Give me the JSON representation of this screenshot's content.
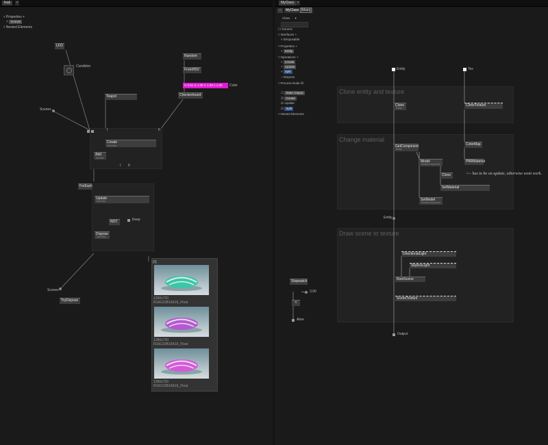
{
  "tabs": {
    "left": {
      "title": "leak",
      "close": "×"
    },
    "right": {
      "title": "MyClass",
      "close": "×"
    }
  },
  "left_sidebar": {
    "properties": "Properties",
    "scenes": "Scenes",
    "nested": "Nested Elements"
  },
  "left_graph": {
    "lfo": "LFO",
    "condition": "Condition",
    "random": "Random",
    "fromhsv": "FromHSV",
    "color_value": "H 0.81 S 1.00 V 1.00 A 1.00",
    "color_label": "Color",
    "checkerboard": "Checkerboard",
    "teapot": "Teapot",
    "scenes_pad": "Scenes",
    "create": "Create",
    "create_sub": "MyClass",
    "add": "Add",
    "add_sub": "Spread",
    "pin_labels": {
      "create_a": "I",
      "create_b": "II",
      "add_a": "I",
      "add_b": "II"
    },
    "foreach": "ForEach",
    "update": "Update",
    "update_sub": "MyClass",
    "not": "NOT",
    "keep": "Keep",
    "dispose": "Dispose",
    "dispose_sub": "MyClass",
    "scenes_out": "Scenes",
    "trydispose": "TryDispose",
    "preview_header": "[3]",
    "previews": [
      {
        "res": "1280x720",
        "fmt": "R16G16B16A16_Float"
      },
      {
        "res": "1280x720",
        "fmt": "R16G16B16A16_Float"
      },
      {
        "res": "1280x720",
        "fmt": "R16G16B16A16_Float"
      }
    ]
  },
  "right_sidebar": {
    "back": "‹",
    "class_name": "MyClass",
    "class_tag": "[Main]",
    "kind": "Class",
    "kind_arrow": "▾",
    "generic": "Generic",
    "interfaces": "Interfaces",
    "idisposable": "IDisposable",
    "properties": "Properties",
    "entity": "Entity",
    "operations": "Operations",
    "op_create": "Create",
    "op_update": "Update",
    "op_split": "Split",
    "op_dispose": "Dispose",
    "process_node": "Process Node",
    "state_output": "State Output",
    "pn_create": "Create",
    "pn_update": "Update",
    "pn_split": "Split",
    "nested": "Nested Elements"
  },
  "right_graph": {
    "entity_in": "Entity",
    "tex_in": "Tex",
    "region1_title": "Clone entity and texture",
    "clone": "Clone",
    "clone_sub": "Entity",
    "clonetexture": "CloneTexture",
    "region2_title": "Change material",
    "getcomponent": "GetComponent",
    "getcomponent_sub": "Entity",
    "model": "Model",
    "model_sub": "ModelComponent",
    "clone2": "Clone",
    "colormap": "ColorMap",
    "pbrmaterial": "PBRMaterial",
    "comment": "<-- has to be on update, otherwise wont work.",
    "setmaterial": "SetMaterial",
    "setmodel": "SetModel",
    "setmodel_sub": "ModelComponent",
    "entity_out": "Entity",
    "region3_title": "Draw scene to texture",
    "directionallight": "DirectionalLight",
    "skyboxlight": "SkyboxLight",
    "rootscene": "RootScene",
    "scenetexture": "SceneTexture",
    "stopwatch": "Stopwatch",
    "value": "3.00",
    "lt": "<",
    "alive": "Alive",
    "output": "Output"
  },
  "colors": {
    "background": "#1a1a1a",
    "node": "#3d3d3d",
    "color_swatch": "#e41ad6",
    "blue_chip": "#2d4f82"
  }
}
